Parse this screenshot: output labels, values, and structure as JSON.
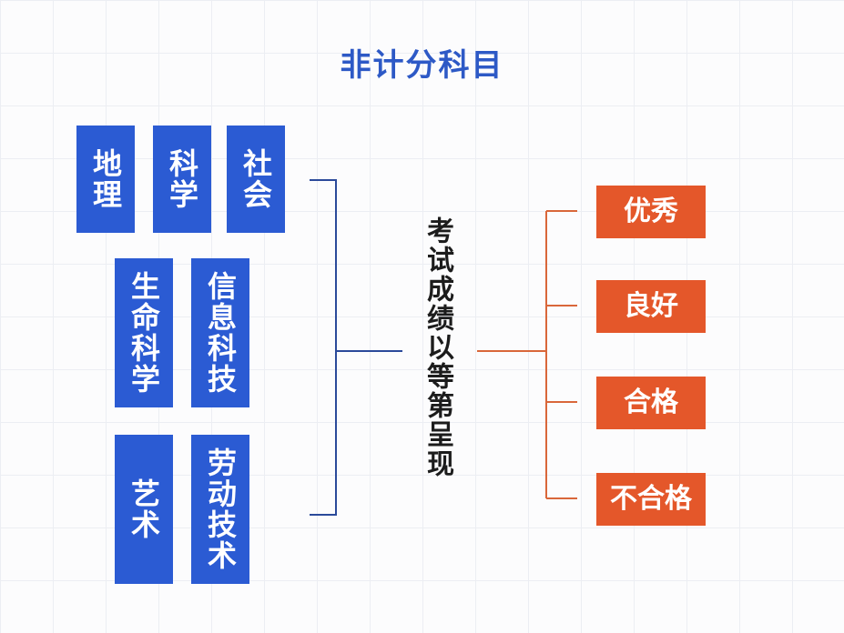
{
  "title": "非计分科目",
  "subjects": [
    "地理",
    "科学",
    "社会",
    "生命科学",
    "信息科技",
    "艺术",
    "劳动技术"
  ],
  "center_text": "考试成绩以等第呈现",
  "grades": [
    "优秀",
    "良好",
    "合格",
    "不合格"
  ],
  "colors": {
    "title": "#2d59c6",
    "subject_box": "#2b5bd3",
    "subject_bracket": "#2b4a9a",
    "grade_box": "#e4572a",
    "grade_bracket": "#d9673a",
    "center_text": "#1c1c1c"
  }
}
